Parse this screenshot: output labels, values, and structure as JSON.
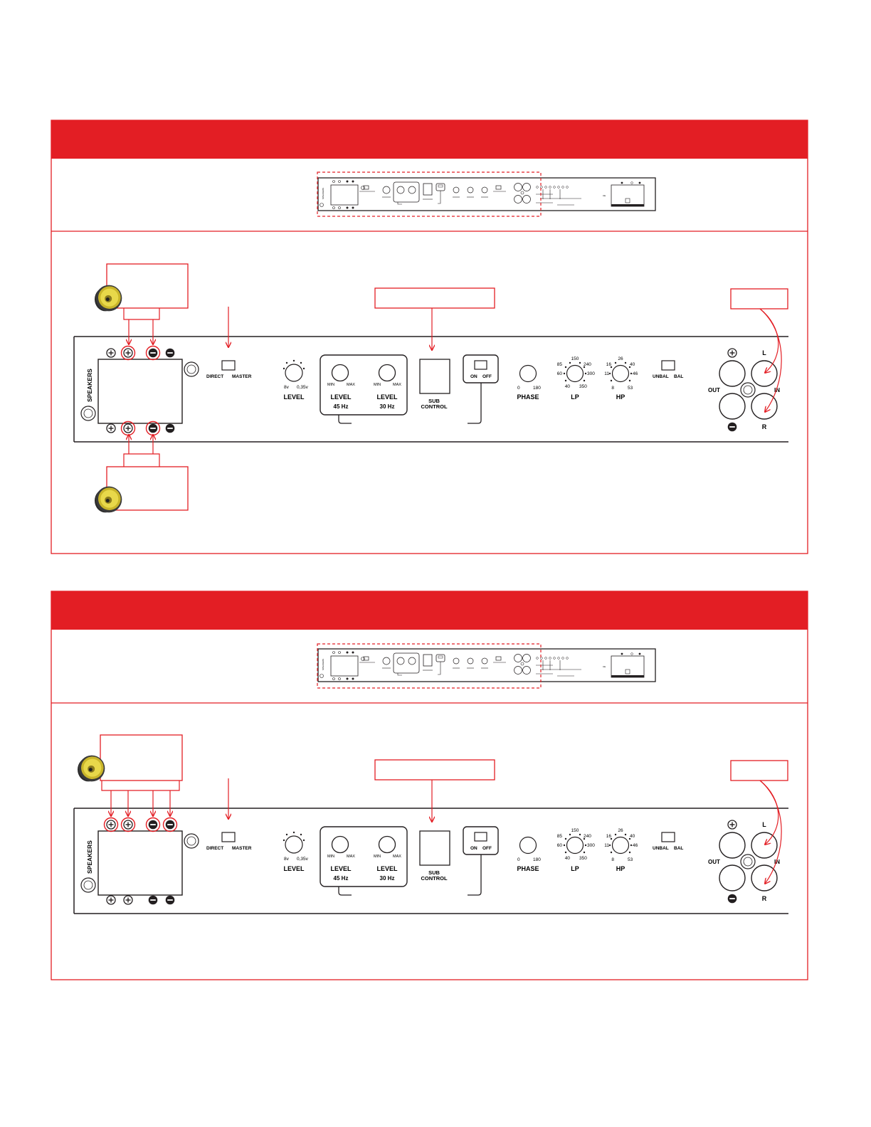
{
  "colors": {
    "accent": "#e31e24",
    "ink": "#231f20",
    "cone": "#e8d84a"
  },
  "icons": [
    "speaker-icon",
    "plus-terminal-icon",
    "minus-terminal-icon",
    "knob-icon",
    "rca-jack-icon"
  ],
  "panel": {
    "speakers": "SPEAKERS",
    "direct": "DIRECT",
    "master": "MASTER",
    "level_min": "8v",
    "level_max": "0,35v",
    "level": "LEVEL",
    "min": "MIN",
    "max": "MAX",
    "level_45_line1": "LEVEL",
    "level_45_line2": "45 Hz",
    "level_30_line1": "LEVEL",
    "level_30_line2": "30 Hz",
    "sub_line1": "SUB",
    "sub_line2": "CONTROL",
    "on": "ON",
    "off": "OFF",
    "phase_0": "0",
    "phase_180": "180",
    "phase": "PHASE",
    "lp_values": {
      "a": "150",
      "b": "85",
      "c": "240",
      "d": "60",
      "e": "300",
      "f": "40",
      "g": "350"
    },
    "lp": "LP",
    "hp_values": {
      "a": "26",
      "b": "16",
      "c": "40",
      "d": "11",
      "e": "46",
      "f": "8",
      "g": "53"
    },
    "hp": "HP",
    "unbal": "UNBAL",
    "bal": "BAL",
    "out": "OUT",
    "in": "IN",
    "l": "L",
    "r": "R"
  }
}
